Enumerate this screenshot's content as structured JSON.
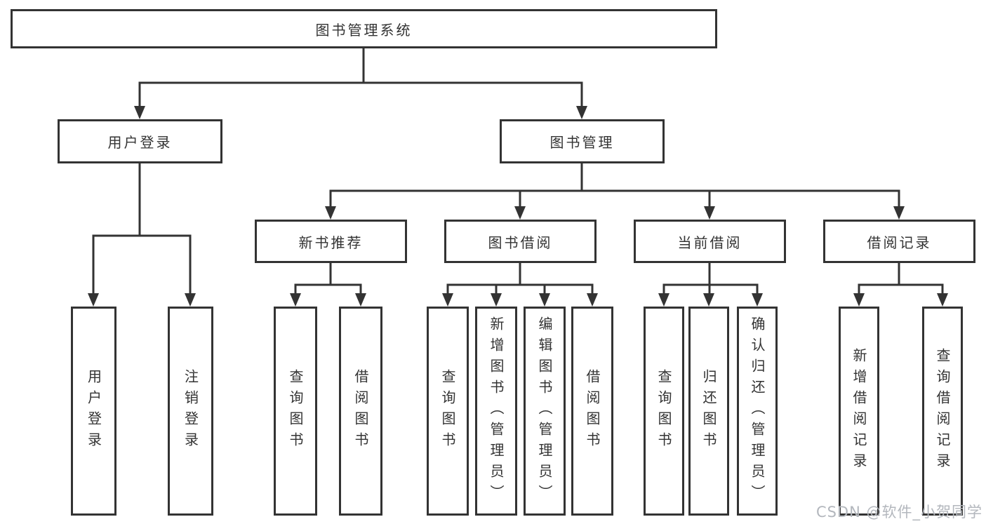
{
  "tree": {
    "root": {
      "label": "图书管理系统",
      "children": [
        {
          "label": "用户登录",
          "children": [
            {
              "label": "用户登录"
            },
            {
              "label": "注销登录"
            }
          ]
        },
        {
          "label": "图书管理",
          "children": [
            {
              "label": "新书推荐",
              "children": [
                {
                  "label": "查询图书"
                },
                {
                  "label": "借阅图书"
                }
              ]
            },
            {
              "label": "图书借阅",
              "children": [
                {
                  "label": "查询图书"
                },
                {
                  "label": "新增图书（管理员）"
                },
                {
                  "label": "编辑图书（管理员）"
                },
                {
                  "label": "借阅图书"
                }
              ]
            },
            {
              "label": "当前借阅",
              "children": [
                {
                  "label": "查询图书"
                },
                {
                  "label": "归还图书"
                },
                {
                  "label": "确认归还（管理员）"
                }
              ]
            },
            {
              "label": "借阅记录",
              "children": [
                {
                  "label": "新增借阅记录"
                },
                {
                  "label": "查询借阅记录"
                }
              ]
            }
          ]
        }
      ]
    }
  },
  "watermark": {
    "text": "CSDN @软件_小贺同学"
  },
  "colors": {
    "line": "#333333",
    "text": "#333333",
    "node_background": "#ffffff",
    "background": "#ffffff",
    "watermark": "#b3b7bd"
  }
}
